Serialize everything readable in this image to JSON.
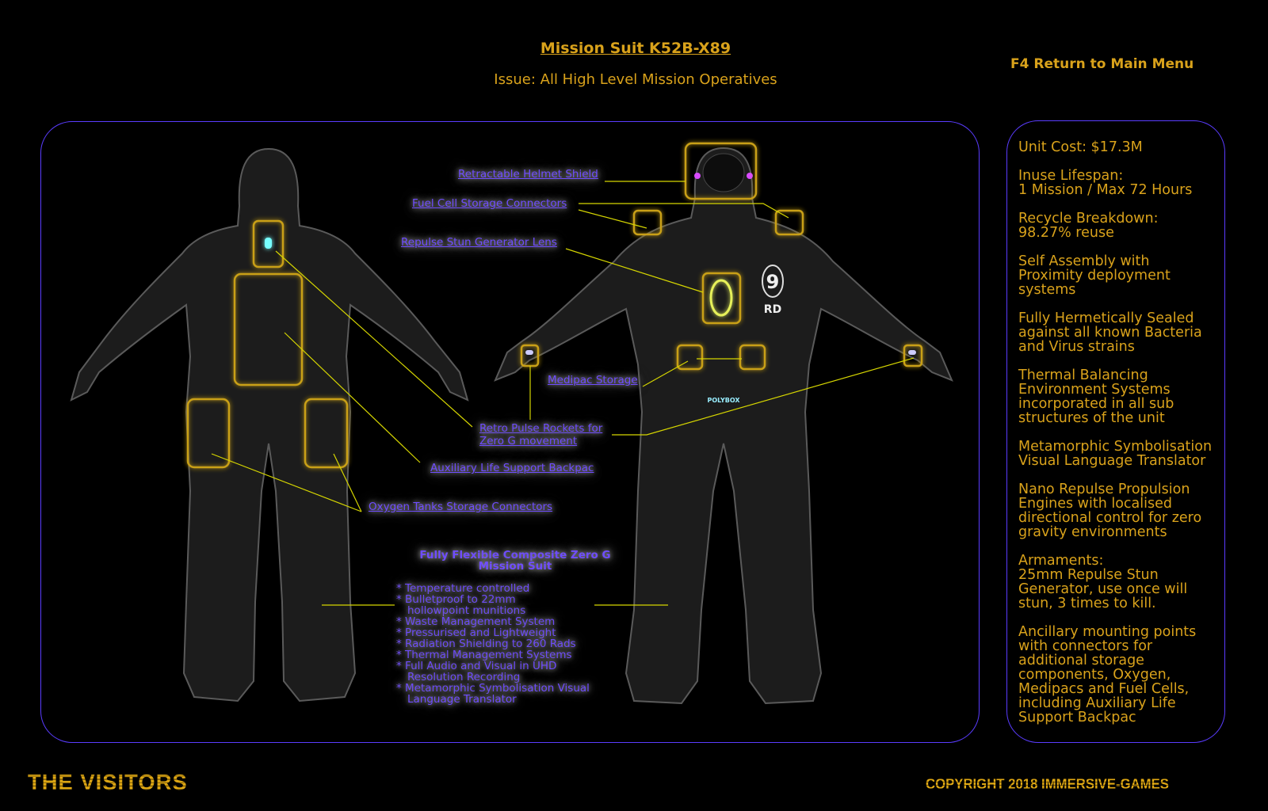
{
  "header": {
    "title": "Mission Suit K52B-X89",
    "subtitle": "Issue: All High Level Mission Operatives",
    "return_label": "F4 Return to Main Menu"
  },
  "callouts": {
    "helmet_shield": "Retractable Helmet Shield",
    "fuel_cell": "Fuel Cell Storage Connectors",
    "repulse_lens": "Repulse Stun Generator Lens",
    "medipac": "Medipac Storage",
    "retro_pulse_1": "Retro Pulse Rockets for",
    "retro_pulse_2": "Zero G movement",
    "aux_life": "Auxiliary Life Support Backpac",
    "oxygen": "Oxygen Tanks Storage Connectors"
  },
  "features": {
    "heading": "Fully Flexible Composite Zero G Mission Suit",
    "items": [
      "Temperature controlled",
      "Bulletproof to 22mm hollowpoint munitions",
      "Waste Management System",
      "Pressurised and Lightweight",
      "Radiation Shielding to 260 Rads",
      "Thermal Management Systems",
      "Full Audio and Visual in UHD Resolution Recording",
      "Metamorphic Symbolisation Visual Language Translator"
    ]
  },
  "suit_markings": {
    "number": "9",
    "letters": "RD",
    "brand": "POLYBOX"
  },
  "specs": [
    "Unit Cost: $17.3M",
    "Inuse Lifespan:\n1 Mission / Max 72 Hours",
    "Recycle Breakdown:\n98.27% reuse",
    "Self Assembly with\nProximity deployment\nsystems",
    "Fully Hermetically Sealed\nagainst all known Bacteria\nand Virus strains",
    "Thermal Balancing\nEnvironment Systems\nincorporated in all sub\nstructures of the unit",
    "Metamorphic Symbolisation\nVisual Language Translator",
    "Nano Repulse Propulsion\nEngines with localised\ndirectional control for zero\ngravity environments",
    "Armaments:\n25mm Repulse Stun\nGenerator, use once will\nstun, 3 times to kill.",
    "Ancillary mounting points\nwith connectors for\nadditional storage\ncomponents, Oxygen,\nMedipacs and Fuel Cells,\nincluding Auxiliary Life\nSupport Backpac"
  ],
  "footer": {
    "logo": "THE VISITORS",
    "copyright": "COPYRIGHT 2018 IMMERSIVE-GAMES"
  },
  "colors": {
    "gold": "#d9a21b",
    "label": "#6f4dff",
    "panel_border": "#5a3cff",
    "callout_line": "#d6d600"
  }
}
